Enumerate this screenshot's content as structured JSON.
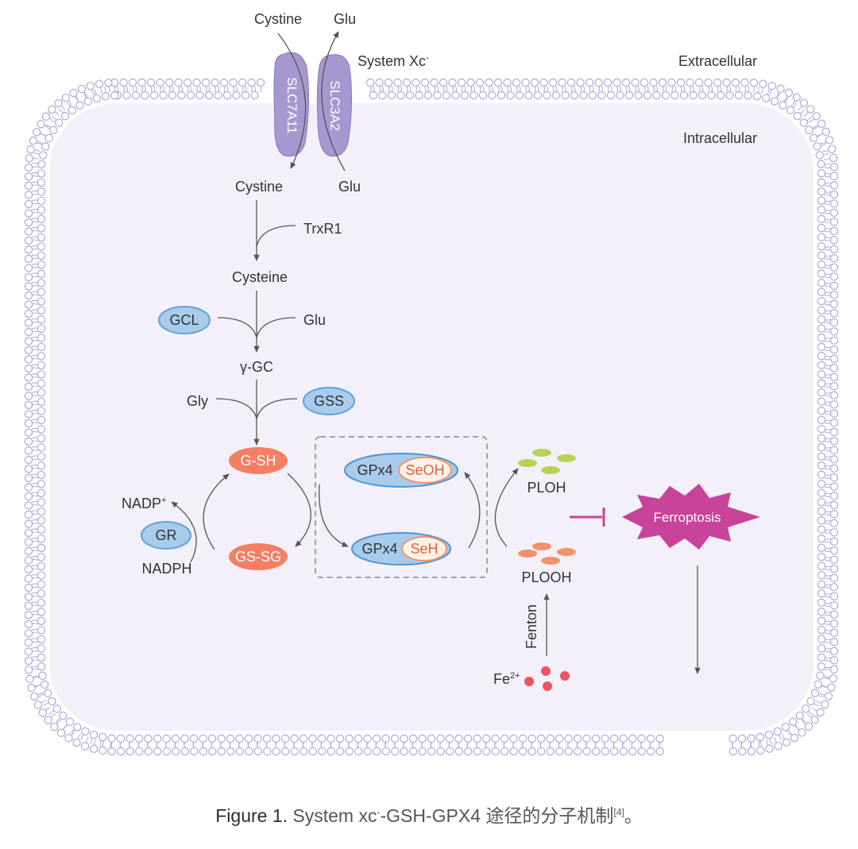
{
  "extracellular": {
    "cystine": "Cystine",
    "glu": "Glu",
    "system_xc": "System Xc",
    "system_xc_sup": "-",
    "label": "Extracellular"
  },
  "transporter": {
    "slc7a11": "SLC7A11",
    "slc3a2": "SLC3A2",
    "color": "#a897cf"
  },
  "intracellular": {
    "label": "Intracellular",
    "cystine": "Cystine",
    "glu": "Glu"
  },
  "pathway": {
    "trxr1": "TrxR1",
    "cysteine": "Cysteine",
    "gcl": "GCL",
    "glu": "Glu",
    "ygc": "γ-GC",
    "gly": "Gly",
    "gss": "GSS",
    "gsh": "G-SH",
    "gssg": "GS-SG",
    "nadp": "NADP",
    "nadp_sup": "+",
    "gr": "GR",
    "nadph": "NADPH",
    "gpx4_oxidized": "GPx4",
    "seoh": "SeOH",
    "gpx4_reduced": "GPx4",
    "seh": "SeH",
    "ploh": "PLOH",
    "plooh": "PLOOH",
    "ferroptosis": "Ferroptosis",
    "fenton": "Fenton",
    "fe": "Fe",
    "fe_sup": "2+"
  },
  "colors": {
    "enzyme_blue": "#a9cbeb",
    "enzyme_border": "#5fa2d8",
    "glutathione_orange": "#f47f63",
    "ferroptosis_magenta": "#c8439a",
    "iron_red": "#ef5361",
    "ploh_green": "#b6d351",
    "plooh_orange": "#f3926b",
    "membrane": "#b5a4d9",
    "cytoplasm": "#f3f0f9"
  },
  "caption": {
    "figure": "Figure 1.",
    "text_pre": "System xc",
    "text_sup": "-",
    "text_post": "-GSH-GPX4 途径的分子机制",
    "ref": "[4]",
    "end": "。"
  }
}
